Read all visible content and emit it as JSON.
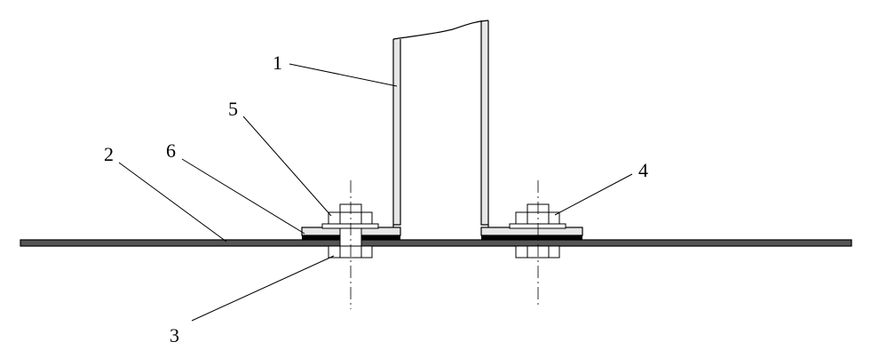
{
  "labels": {
    "1": "1",
    "2": "2",
    "3": "3",
    "4": "4",
    "5": "5",
    "6": "6"
  },
  "colors": {
    "ink": "#000000",
    "flange_fill": "#e6e6e6",
    "gasket": "#000000",
    "background": "#ffffff"
  }
}
